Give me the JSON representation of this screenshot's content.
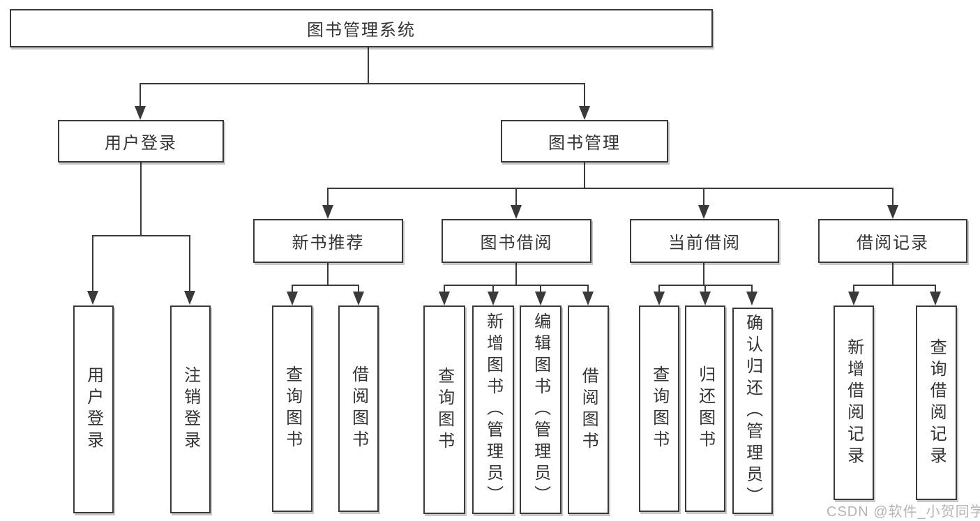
{
  "diagram": {
    "root": "图书管理系统",
    "level2": [
      "用户登录",
      "图书管理"
    ],
    "level3": [
      "新书推荐",
      "图书借阅",
      "当前借阅",
      "借阅记录"
    ],
    "leaves": {
      "user_login_group": [
        "用户登录",
        "注销登录"
      ],
      "new_book_group": [
        "查询图书",
        "借阅图书"
      ],
      "borrow_group": [
        "查询图书",
        "新增图书（管理员）",
        "编辑图书（管理员）",
        "借阅图书"
      ],
      "current_group": [
        "查询图书",
        "归还图书",
        "确认归还（管理员）"
      ],
      "record_group": [
        "新增借阅记录",
        "查询借阅记录"
      ]
    }
  },
  "watermark": "CSDN @软件_小贺同学",
  "colors": {
    "line": "#3a3a3a",
    "box_border": "#3a3a3a",
    "box_background": "#ffffff",
    "text": "#333333",
    "watermark": "#b4b4b4"
  }
}
